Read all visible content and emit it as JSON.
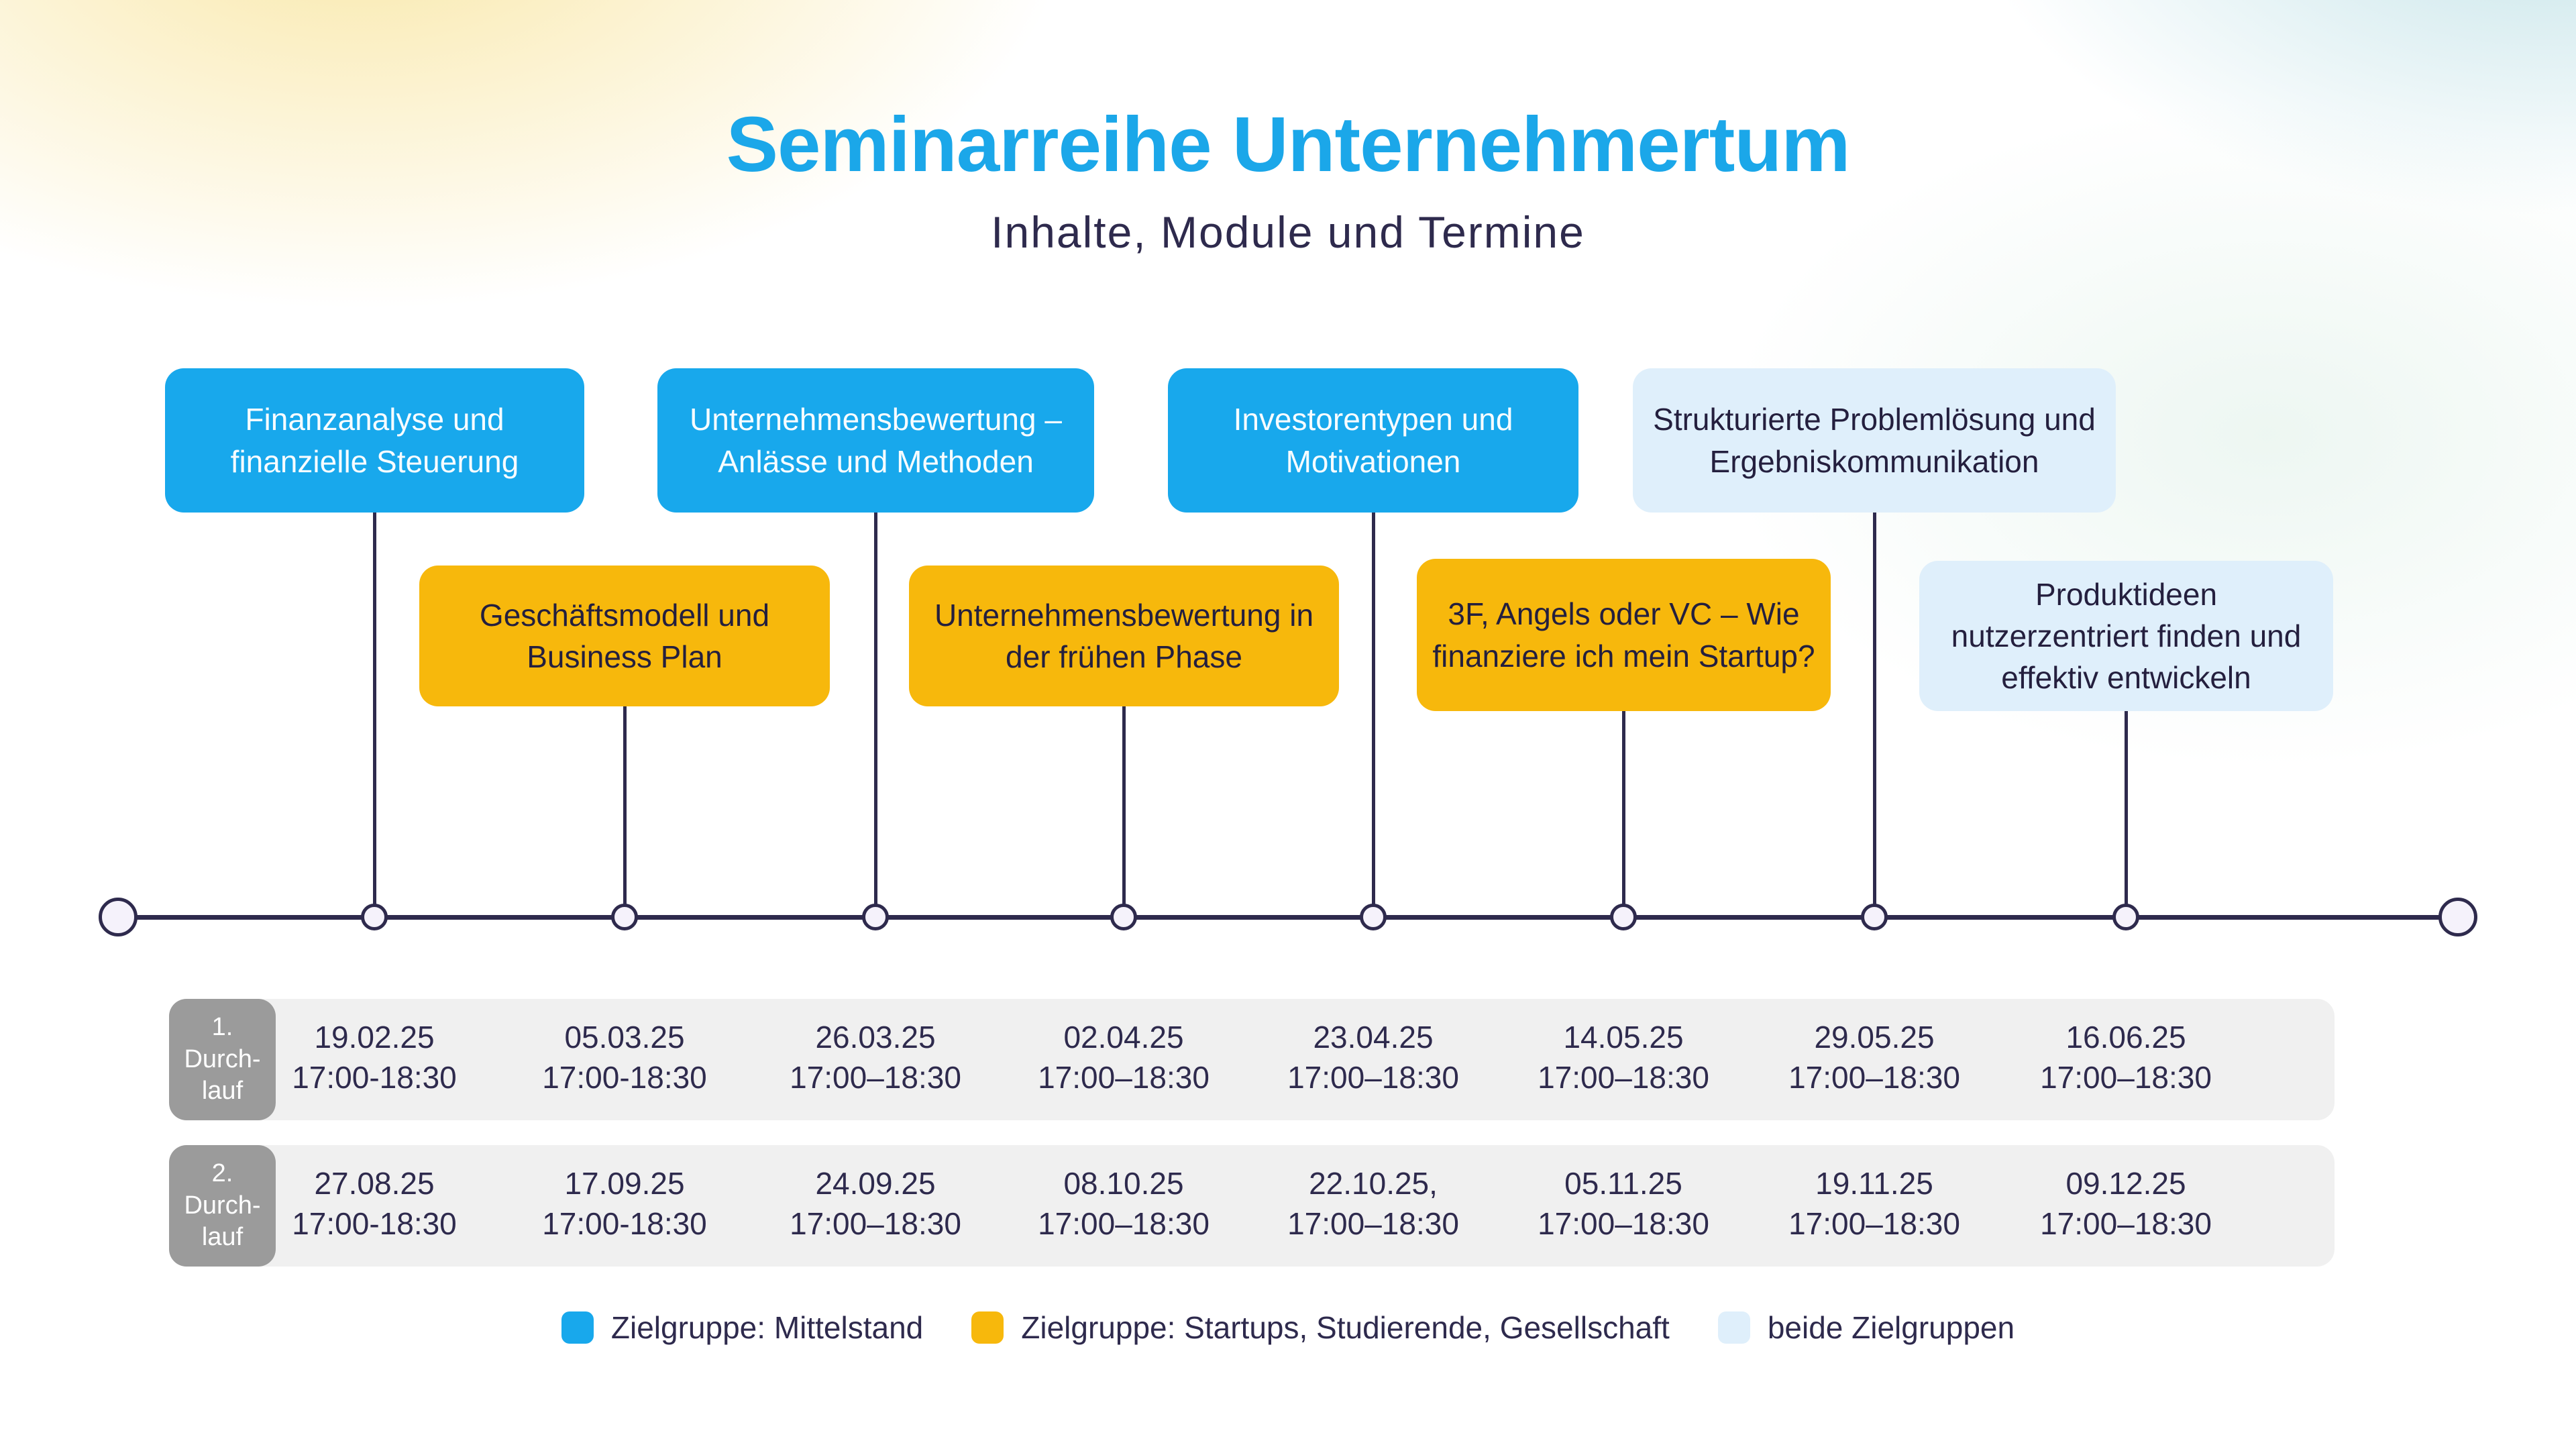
{
  "header": {
    "title": "Seminarreihe Unternehmertum",
    "subtitle": "Inhalte, Module und Termine"
  },
  "colors": {
    "accent_blue": "#18A8EC",
    "accent_yellow": "#F7B80C",
    "accent_lightblue": "#DFEFFB",
    "text_navy": "#2E2A4D",
    "run_label_gray": "#9B9B9B",
    "band_gray": "#F0F0F0"
  },
  "modules": [
    {
      "label": "Finanzanalyse und finanzielle Steuerung",
      "zielgruppe": "Mittelstand"
    },
    {
      "label": "Geschäftsmodell und Business Plan",
      "zielgruppe": "Startups, Studierende, Gesellschaft"
    },
    {
      "label": "Unternehmensbewertung – Anlässe und Methoden",
      "zielgruppe": "Mittelstand"
    },
    {
      "label": "Unternehmensbewertung in der frühen Phase",
      "zielgruppe": "Startups, Studierende, Gesellschaft"
    },
    {
      "label": "Investorentypen und Motivationen",
      "zielgruppe": "Mittelstand"
    },
    {
      "label": "3F, Angels oder VC – Wie finanziere ich mein Startup?",
      "zielgruppe": "Startups, Studierende, Gesellschaft"
    },
    {
      "label": "Strukturierte Problemlösung und Ergebniskommunikation",
      "zielgruppe": "beide Zielgruppen"
    },
    {
      "label": "Produktideen nutzerzentriert finden und effektiv entwickeln",
      "zielgruppe": "beide Zielgruppen"
    }
  ],
  "schedule": {
    "runs": [
      {
        "label": "1.\nDurch-\nlauf",
        "cells": [
          {
            "date": "19.02.25",
            "time": "17:00-18:30"
          },
          {
            "date": "05.03.25",
            "time": "17:00-18:30"
          },
          {
            "date": "26.03.25",
            "time": "17:00–18:30"
          },
          {
            "date": "02.04.25",
            "time": "17:00–18:30"
          },
          {
            "date": "23.04.25",
            "time": "17:00–18:30"
          },
          {
            "date": "14.05.25",
            "time": "17:00–18:30"
          },
          {
            "date": "29.05.25",
            "time": "17:00–18:30"
          },
          {
            "date": "16.06.25",
            "time": "17:00–18:30"
          }
        ]
      },
      {
        "label": "2.\nDurch-\nlauf",
        "cells": [
          {
            "date": "27.08.25",
            "time": "17:00-18:30"
          },
          {
            "date": "17.09.25",
            "time": "17:00-18:30"
          },
          {
            "date": "24.09.25",
            "time": "17:00–18:30"
          },
          {
            "date": "08.10.25",
            "time": "17:00–18:30"
          },
          {
            "date": "22.10.25,",
            "time": "17:00–18:30"
          },
          {
            "date": "05.11.25",
            "time": "17:00–18:30"
          },
          {
            "date": "19.11.25",
            "time": "17:00–18:30"
          },
          {
            "date": "09.12.25",
            "time": "17:00–18:30"
          }
        ]
      }
    ]
  },
  "legend": {
    "items": [
      {
        "label": "Zielgruppe: Mittelstand",
        "color": "#18A8EC"
      },
      {
        "label": "Zielgruppe: Startups, Studierende, Gesellschaft",
        "color": "#F7B80C"
      },
      {
        "label": "beide Zielgruppen",
        "color": "#DFEFFB"
      }
    ]
  }
}
